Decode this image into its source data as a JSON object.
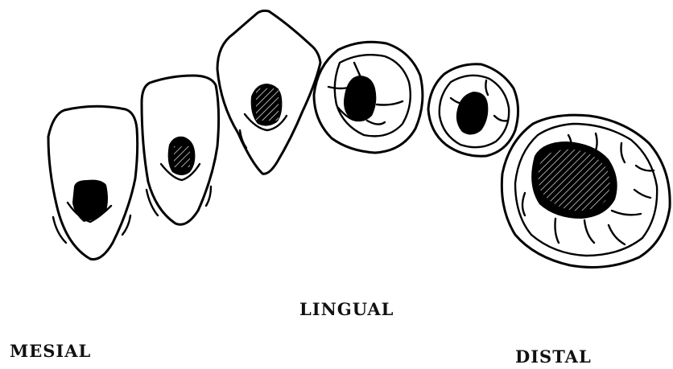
{
  "labels": {
    "lingual": "LINGUAL",
    "mesial": "MESIAL",
    "distal": "DISTAL"
  },
  "teeth": [
    {
      "kind": "incisor"
    },
    {
      "kind": "incisor"
    },
    {
      "kind": "canine"
    },
    {
      "kind": "premolar"
    },
    {
      "kind": "premolar"
    },
    {
      "kind": "molar"
    }
  ],
  "colors": {
    "ink": "#000000",
    "paper": "#ffffff"
  }
}
